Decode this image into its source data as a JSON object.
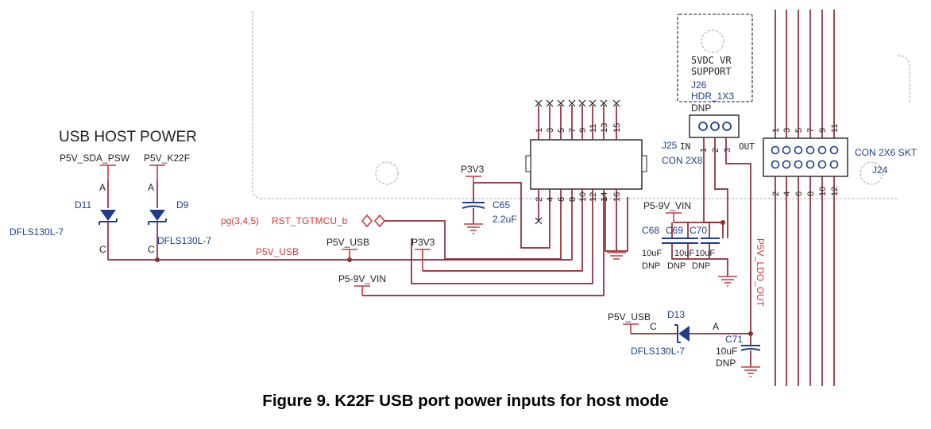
{
  "section_title": "USB HOST POWER",
  "caption": "Figure 9. K22F USB port power inputs for host mode",
  "nets": {
    "p5v_sda_psw": "P5V_SDA_PSW",
    "p5v_k22f": "P5V_K22F",
    "p5v_usb_red": "P5V_USB",
    "p5v_usb": "P5V_USB",
    "p3v3_a": "P3V3",
    "p3v3_b": "P3V3",
    "p5_9v_vin_a": "P5-9V_VIN",
    "p5_9v_vin_b": "P5-9V_VIN",
    "p5v_usb_d13": "P5V_USB",
    "p5v_ldo_out": "P5V_LDO_OUT",
    "rst_ref": "pg(3,4,5)",
    "rst_net": "RST_TGTMCU_b"
  },
  "diodes": {
    "d11": {
      "ref": "D11",
      "part": "DFLS130L-7",
      "anode": "A",
      "cathode": "C"
    },
    "d9": {
      "ref": "D9",
      "part": "DFLS130L-7",
      "anode": "A",
      "cathode": "C"
    },
    "d13": {
      "ref": "D13",
      "part": "DFLS130L-7",
      "anode": "A",
      "cathode": "C"
    }
  },
  "capacitors": {
    "c65": {
      "ref": "C65",
      "value": "2.2uF"
    },
    "c68": {
      "ref": "C68",
      "value": "10uF",
      "note": "DNP"
    },
    "c69": {
      "ref": "C69",
      "value": "10uF",
      "note": "DNP"
    },
    "c70": {
      "ref": "C70",
      "value": "10uF",
      "note": "DNP"
    },
    "c71": {
      "ref": "C71",
      "value": "10uF",
      "note": "DNP"
    }
  },
  "j25": {
    "ref": "J25",
    "part": "CON 2X8",
    "top_pins": [
      "1",
      "3",
      "5",
      "7",
      "9",
      "11",
      "13",
      "15"
    ],
    "bottom_pins": [
      "2",
      "4",
      "6",
      "8",
      "10",
      "12",
      "14",
      "16"
    ]
  },
  "j26": {
    "note": "5VDC VR SUPPORT",
    "note_lines": [
      "5VDC VR",
      "SUPPORT"
    ],
    "ref": "J26",
    "part": "HDR_1X3",
    "dnp": "DNP",
    "pins": [
      "1",
      "2",
      "3"
    ],
    "in_label": "IN",
    "out_label": "OUT"
  },
  "j24": {
    "ref": "J24",
    "part": "CON 2X6 SKT",
    "top_pins": [
      "1",
      "3",
      "5",
      "7",
      "9",
      "11"
    ],
    "bottom_pins": [
      "2",
      "4",
      "6",
      "8",
      "10",
      "12"
    ]
  },
  "colors": {
    "wire": "#8e2a34",
    "net_label": "#d4373a",
    "refdes": "#1f3d8c",
    "text": "#222222"
  }
}
